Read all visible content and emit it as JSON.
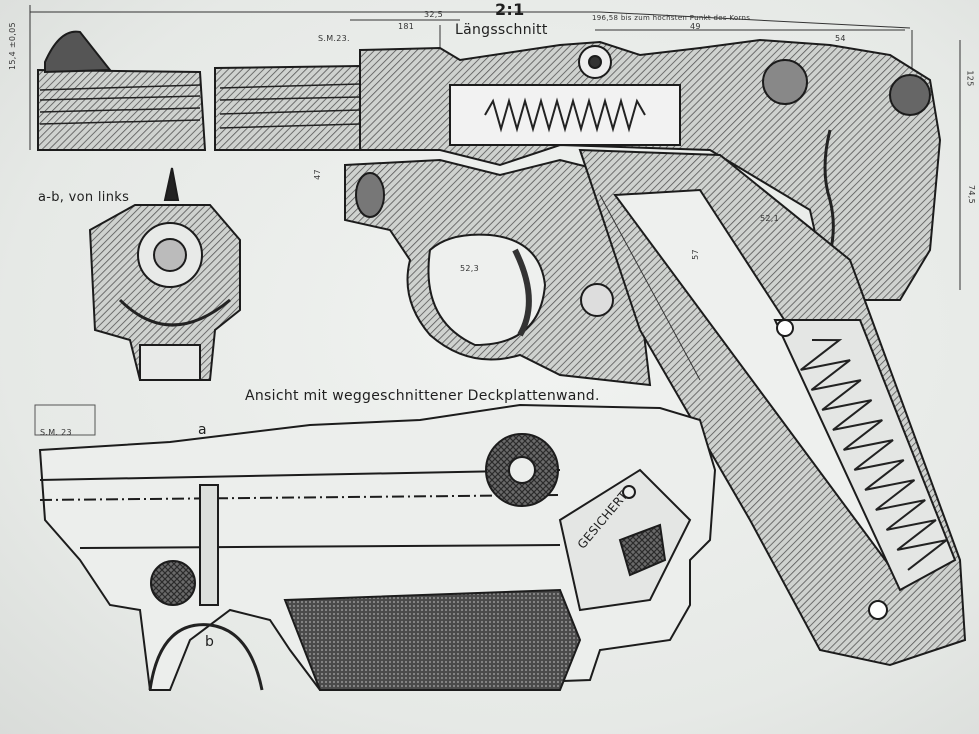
{
  "drawing": {
    "scale": "2:1",
    "section_title": "Längsschnitt",
    "view_ab": "a-b, von links",
    "cutaway_caption": "Ansicht mit weggeschnittener Deckplattenwand.",
    "safety_marking": "GESICHERT",
    "point_a": "a",
    "point_b": "b",
    "top_dimension_note": "196,58 bis zum höchsten Punkt des Korns",
    "dimensions": {
      "barrel_height": "15,4 ±0,05",
      "d_181": "181",
      "d_325": "32,5",
      "d_49": "49",
      "d_54": "54",
      "d_125": "125",
      "d_745": "74,5",
      "d_521": "52,1",
      "d_57": "57",
      "d_523": "52,3",
      "d_47": "47"
    },
    "stamps": {
      "left": "S.M.  23",
      "upper": "S.M.23."
    }
  },
  "colors": {
    "ink": "#1c1c1c",
    "hatch": "#555555",
    "paper": "#eceeec"
  }
}
